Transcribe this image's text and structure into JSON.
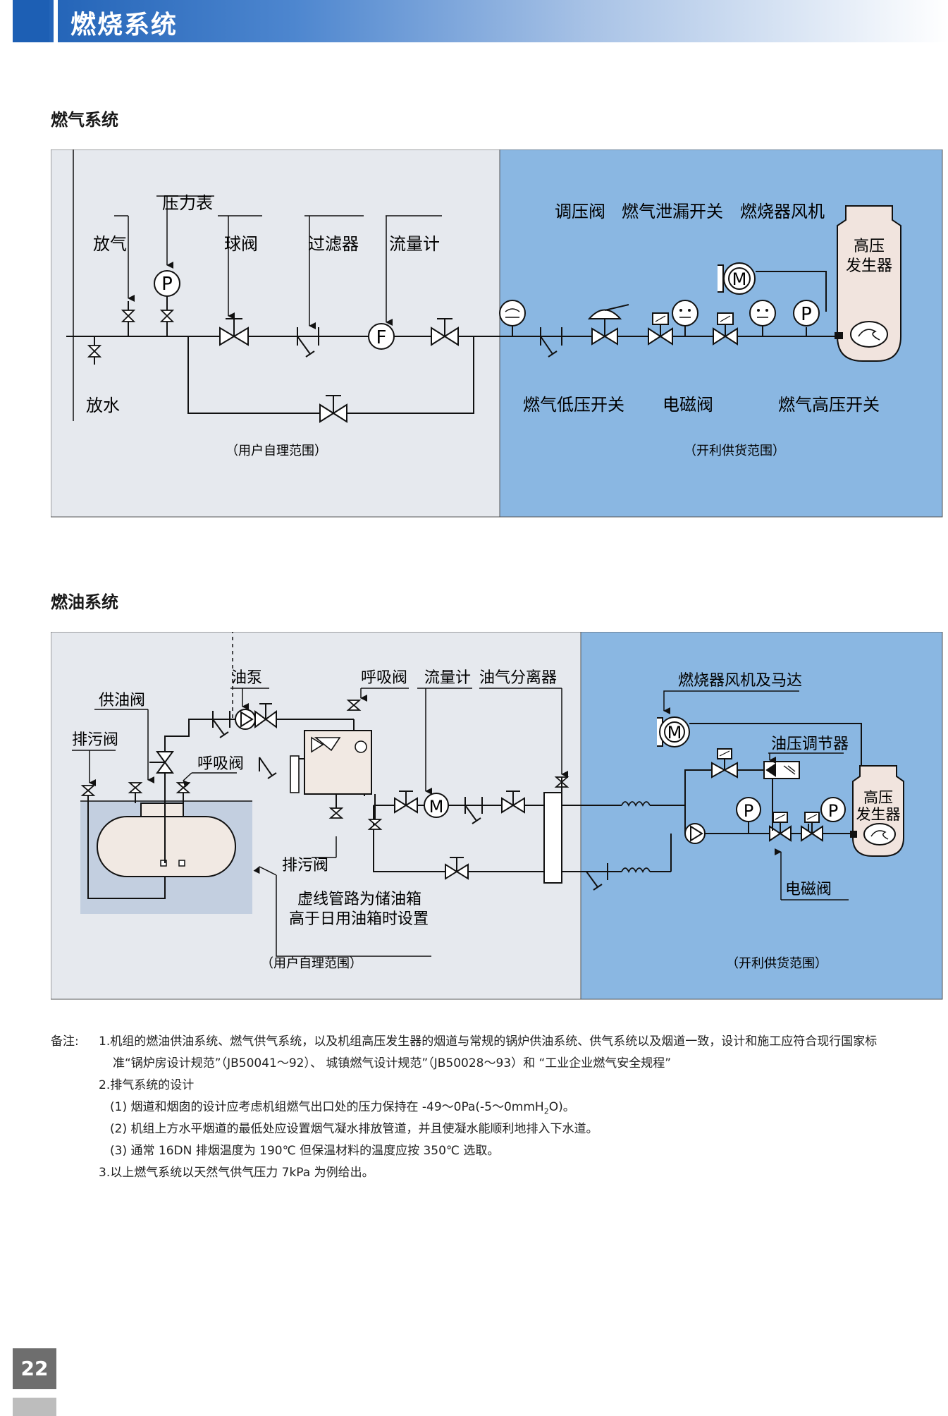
{
  "header": {
    "title": "燃烧系统"
  },
  "page_number": "22",
  "gas": {
    "heading": "燃气系统",
    "scope_user": "（用户自理范围）",
    "scope_supplier": "（开利供货范围）",
    "labels": {
      "vent": "放气",
      "pressure_gauge": "压力表",
      "ball_valve": "球阀",
      "filter": "过滤器",
      "flow_meter": "流量计",
      "drain": "放水",
      "regulator": "调压阀",
      "leak_switch": "燃气泄漏开关",
      "burner_fan": "燃烧器风机",
      "low_pressure_switch": "燃气低压开关",
      "solenoid_valve": "电磁阀",
      "high_pressure_switch": "燃气高压开关",
      "generator_1": "高压",
      "generator_2": "发生器"
    },
    "symbols": {
      "p": "P",
      "f": "F",
      "m": "M"
    }
  },
  "oil": {
    "heading": "燃油系统",
    "scope_user": "（用户自理范围）",
    "scope_supplier": "（开利供货范围）",
    "labels": {
      "oil_pump": "油泵",
      "breather_valve_top": "呼吸阀",
      "flow_meter": "流量计",
      "separator": "油气分离器",
      "supply_valve": "供油阀",
      "blowdown_valve": "排污阀",
      "breather_valve": "呼吸阀",
      "blowdown": "排污阀",
      "dashed_note_1": "虚线管路为储油箱",
      "dashed_note_2": "高于日用油箱时设置",
      "fan_motor": "燃烧器风机及马达",
      "oil_regulator": "油压调节器",
      "solenoid_valve": "电磁阀",
      "generator_1": "高压",
      "generator_2": "发生器"
    },
    "symbols": {
      "p": "P",
      "m": "M"
    }
  },
  "notes": {
    "label": "备注:",
    "n1a": "1.机组的燃油供油系统、燃气供气系统，以及机组高压发生器的烟道与常规的锅炉供油系统、供气系统以及烟道一致，设计和施工应符合现行国家标",
    "n1b": "准“锅炉房设计规范”（JB50041～92）、 城镇燃气设计规范”（JB50028～93）和 “工业企业燃气安全规程”",
    "n2": "2.排气系统的设计",
    "n2_1_pre": "(1) 烟道和烟囱的设计应考虑机组燃气出口处的压力保持在 -49～0Pa(-5～0mmH",
    "n2_1_sub": "2",
    "n2_1_post": "O)。",
    "n2_2": "(2) 机组上方水平烟道的最低处应设置烟气凝水排放管道，并且使凝水能顺利地排入下水道。",
    "n2_3": "(3) 通常 16DN 排烟温度为 190℃ 但保温材料的温度应按 350℃ 选取。",
    "n3": "3.以上燃气系统以天然气供气压力 7kPa 为例给出。"
  }
}
